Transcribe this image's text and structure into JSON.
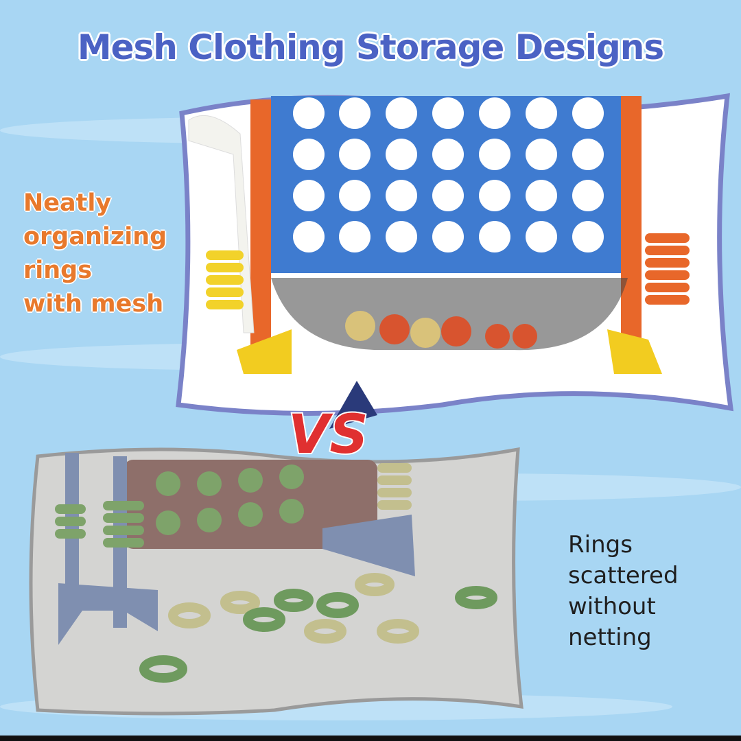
{
  "title": "Mesh Clothing Storage Designs",
  "left_caption": [
    "Neatly",
    "organizing",
    "rings",
    "with mesh"
  ],
  "right_caption": [
    "Rings",
    "scattered",
    "without",
    "netting"
  ],
  "vs_label": "VS",
  "colors": {
    "title": "#4b62c4",
    "accent": "#e8792c",
    "background": "#a8d6f3"
  }
}
